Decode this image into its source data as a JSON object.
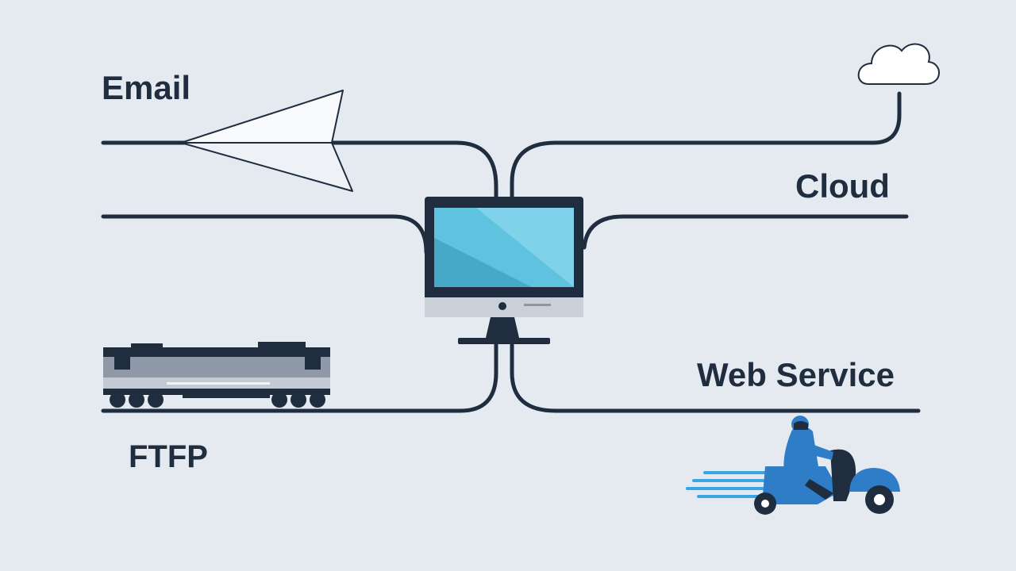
{
  "labels": {
    "email": "Email",
    "cloud": "Cloud",
    "web_service": "Web Service",
    "ftfp": "FTFP"
  },
  "icons": {
    "email": "paper-plane-icon",
    "cloud": "cloud-icon",
    "ftfp": "train-car-icon",
    "web_service": "delivery-scooter-icon",
    "hub": "desktop-computer-icon"
  },
  "colors": {
    "background": "#e5eaf1",
    "line": "#1f2d3f",
    "screen": "#5fc3e0",
    "scooter": "#2f7dc6",
    "speed_lines": "#39a6e6"
  }
}
